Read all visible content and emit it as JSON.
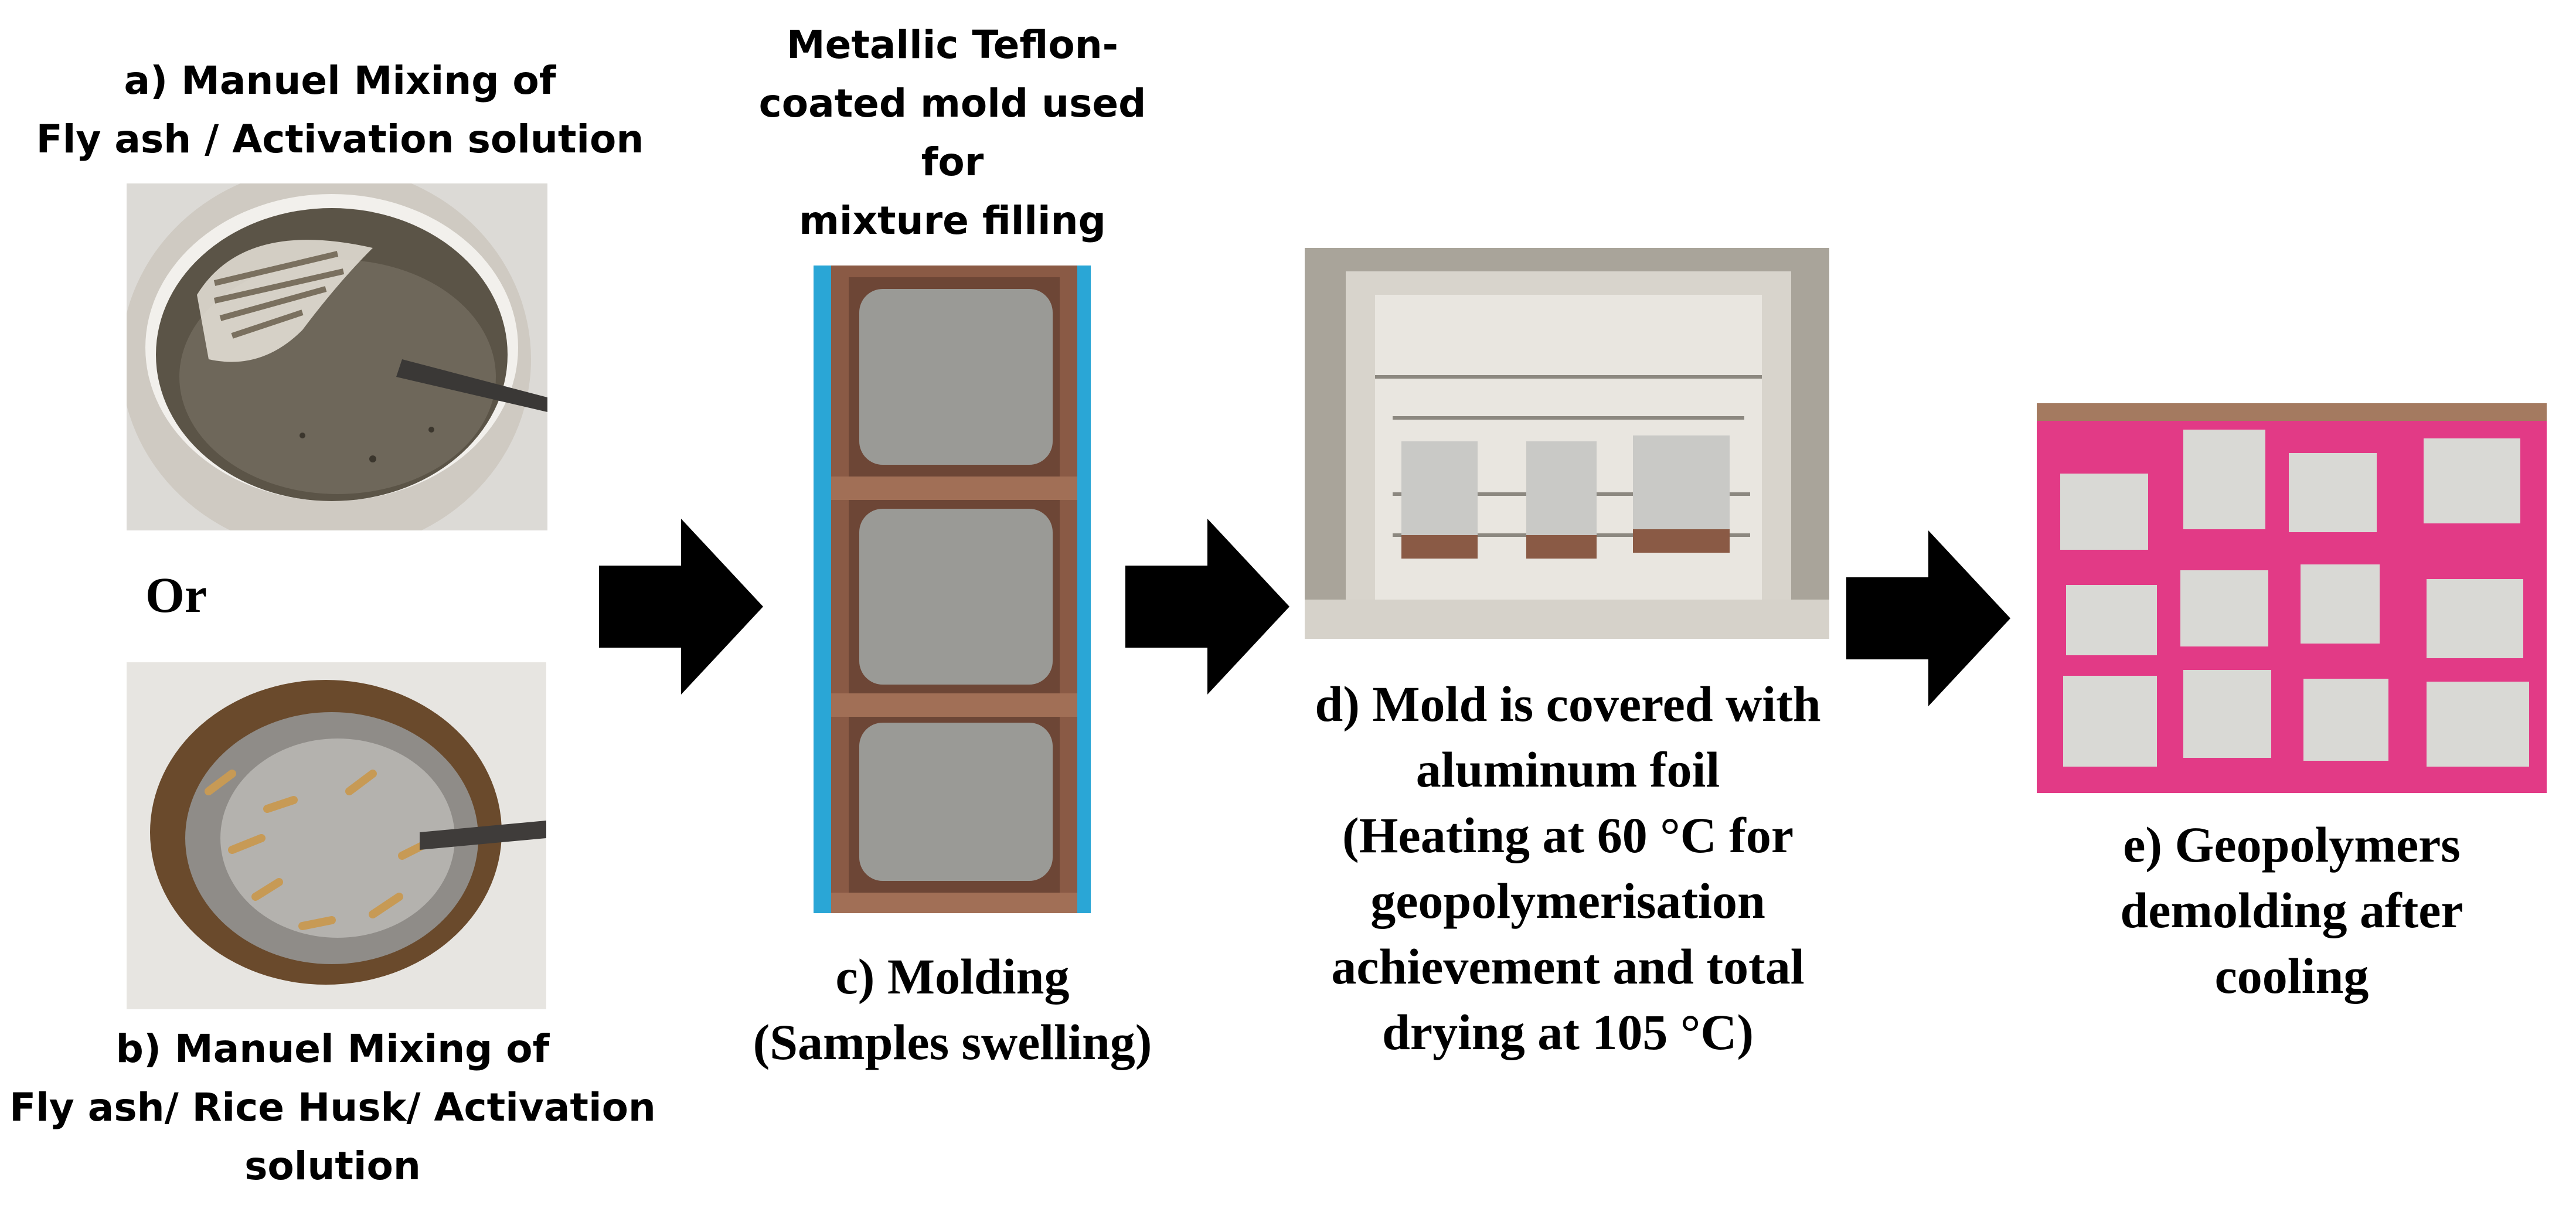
{
  "steps": {
    "a": {
      "lines": [
        "a) Manuel Mixing of",
        "Fly ash / Activation solution"
      ]
    },
    "or": "Or",
    "b": {
      "lines": [
        "b) Manuel Mixing of",
        "Fly ash/ Rice Husk/ Activation",
        "solution"
      ]
    },
    "mold_note": {
      "lines": [
        "Metallic Teflon-",
        "coated mold used",
        "for",
        "mixture filling"
      ]
    },
    "c": {
      "lines": [
        "c) Molding",
        "(Samples swelling)"
      ]
    },
    "d": {
      "lines": [
        "d) Mold is covered with",
        "aluminum foil",
        "(Heating at 60 °C for",
        "geopolymerisation",
        "achievement and total",
        "drying at 105 °C)"
      ]
    },
    "e": {
      "lines": [
        "e) Geopolymers",
        "demolding after",
        "cooling"
      ]
    }
  },
  "colors": {
    "arrow": "#000000",
    "mold_background": "#2aa6d6",
    "mold_frame": "#8a5a45",
    "sample_grey": "#9a9a96",
    "oven_interior": "#d8d4cc",
    "foil": "#c9c9c6",
    "mat_pink": "#e23a86",
    "cube_grey": "#d9d9d5",
    "paste_dark": "#4a4438"
  }
}
